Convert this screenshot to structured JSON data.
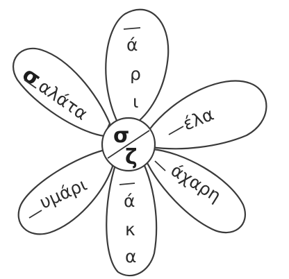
{
  "center": {
    "top_letter": "σ",
    "bottom_letter": "ζ"
  },
  "petals": {
    "top": {
      "letters": [
        "ά",
        "ρ",
        "ι"
      ]
    },
    "top_right": {
      "rest": "έλα"
    },
    "bottom_right": {
      "rest": "άχαρη"
    },
    "bottom": {
      "letters": [
        "ά",
        "κ",
        "α"
      ]
    },
    "left": {
      "rest": "υμάρι"
    },
    "top_left": {
      "first_letter": "σ",
      "rest": "αλάτα"
    }
  },
  "colors": {
    "outline": "#3a3a3a",
    "text": "#2b2b2b",
    "background": "#ffffff"
  }
}
